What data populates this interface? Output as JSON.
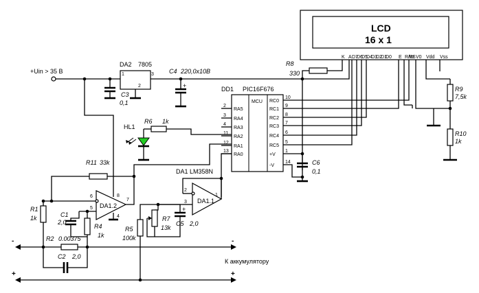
{
  "lcd": {
    "line1": "LCD",
    "line2": "16 x 1",
    "pins": [
      "K",
      "A",
      "D7",
      "D6",
      "D5",
      "D4",
      "D3",
      "D2",
      "D1",
      "D0",
      "E",
      "R/W",
      "RS",
      "V0",
      "Vdd",
      "Vss"
    ]
  },
  "input_label": "+Uin > 35 B",
  "battery_label": "К аккумулятору",
  "da2": {
    "ref": "DA2",
    "type": "7805",
    "pin1": "1",
    "pin2": "2",
    "pin3": "3"
  },
  "c3": {
    "ref": "C3",
    "value": "0,1"
  },
  "c4": {
    "ref": "C4",
    "value": "220,0x10B"
  },
  "dd1": {
    "ref": "DD1",
    "type": "PIC16F676",
    "mcu": "MCU",
    "left_pins": [
      {
        "num": "2",
        "name": "RA5"
      },
      {
        "num": "3",
        "name": "RA4"
      },
      {
        "num": "4",
        "name": "RA3"
      },
      {
        "num": "11",
        "name": "RA2"
      },
      {
        "num": "12",
        "name": "RA1"
      },
      {
        "num": "13",
        "name": "RA0"
      }
    ],
    "right_pins": [
      {
        "num": "10",
        "name": "RC0"
      },
      {
        "num": "9",
        "name": "RC1"
      },
      {
        "num": "8",
        "name": "RC2"
      },
      {
        "num": "7",
        "name": "RC3"
      },
      {
        "num": "6",
        "name": "RC4"
      },
      {
        "num": "5",
        "name": "RC5"
      },
      {
        "num": "1",
        "name": "+V"
      },
      {
        "num": "14",
        "name": "-V"
      }
    ]
  },
  "r8": {
    "ref": "R8",
    "value": "330"
  },
  "r9": {
    "ref": "R9",
    "value": "7,5k"
  },
  "r10": {
    "ref": "R10",
    "value": "1k"
  },
  "c6": {
    "ref": "C6",
    "value": "0,1"
  },
  "hl1": {
    "ref": "HL1"
  },
  "r6": {
    "ref": "R6",
    "value": "1k"
  },
  "da1_title": "DA1  LM358N",
  "da1_1": {
    "ref": "DA1.1",
    "pin3": "3",
    "pin2": "2",
    "pin1": "1"
  },
  "da1_2": {
    "ref": "DA1.2",
    "pin6": "6",
    "pin5": "5",
    "pin7": "7",
    "pin8": "8",
    "pin4": "4"
  },
  "r11": {
    "ref": "R11",
    "value": "33k"
  },
  "r1": {
    "ref": "R1",
    "value": "1k"
  },
  "r2": {
    "ref": "R2",
    "value": "0.00375"
  },
  "r4": {
    "ref": "R4",
    "value": "1k"
  },
  "r5": {
    "ref": "R5",
    "value": "100k"
  },
  "r7": {
    "ref": "R7",
    "value": "13k"
  },
  "c1": {
    "ref": "C1",
    "value": "2,0"
  },
  "c2": {
    "ref": "C2",
    "value": "2,0"
  },
  "c5": {
    "ref": "C5",
    "value": "2,0"
  },
  "rail_minus": "-",
  "rail_plus": "+"
}
